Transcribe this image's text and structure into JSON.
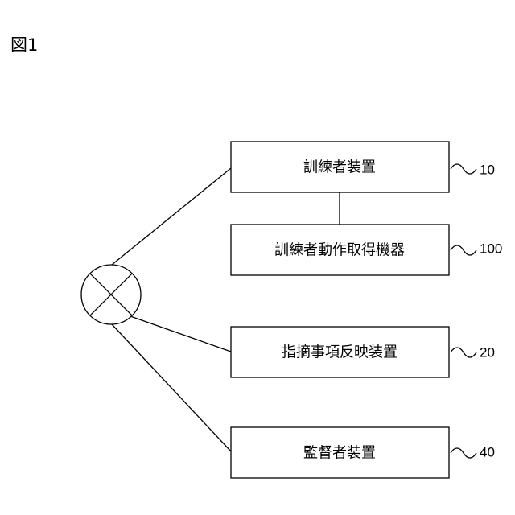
{
  "figure": {
    "label": "図1",
    "hub_symbol": "crossed-circle-icon",
    "boxes": [
      {
        "id": "trainee-device",
        "label": "訓練者装置",
        "ref": "10"
      },
      {
        "id": "motion-capture",
        "label": "訓練者動作取得機器",
        "ref": "100"
      },
      {
        "id": "feedback-device",
        "label": "指摘事項反映装置",
        "ref": "20"
      },
      {
        "id": "supervisor-device",
        "label": "監督者装置",
        "ref": "40"
      }
    ]
  }
}
